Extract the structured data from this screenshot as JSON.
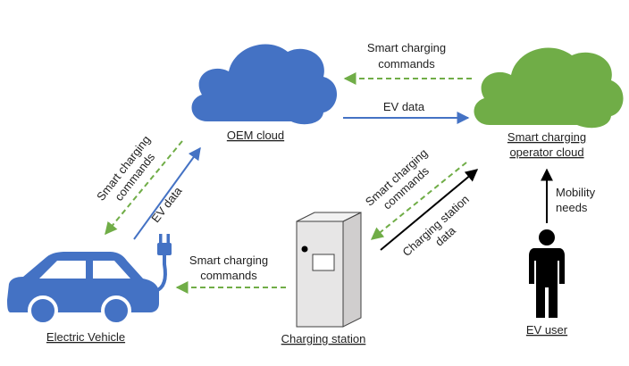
{
  "nodes": {
    "oem_cloud": "OEM cloud",
    "operator_cloud_line1": "Smart charging",
    "operator_cloud_line2": "operator cloud",
    "electric_vehicle": "Electric Vehicle",
    "charging_station": "Charging station",
    "ev_user": "EV user"
  },
  "edges": {
    "operator_to_oem": {
      "line1": "Smart charging",
      "line2": "commands"
    },
    "oem_to_operator": {
      "line1": "EV data"
    },
    "oem_to_vehicle": {
      "line1": "Smart charging",
      "line2": "commands"
    },
    "vehicle_to_oem": {
      "line1": "EV data"
    },
    "operator_to_station": {
      "line1": "Smart charging",
      "line2": "commands"
    },
    "station_to_operator": {
      "line1": "Charging station",
      "line2": "data"
    },
    "station_to_vehicle": {
      "line1": "Smart charging",
      "line2": "commands"
    },
    "user_to_operator": {
      "line1": "Mobility",
      "line2": "needs"
    }
  },
  "colors": {
    "oem_cloud": "#4472c4",
    "operator_cloud": "#70ad47",
    "vehicle": "#4472c4",
    "data_arrow": "#4472c4",
    "command_arrow": "#70ad47",
    "black_arrow": "#000000",
    "station_fill": "#e7e6e6",
    "user": "#000000"
  }
}
